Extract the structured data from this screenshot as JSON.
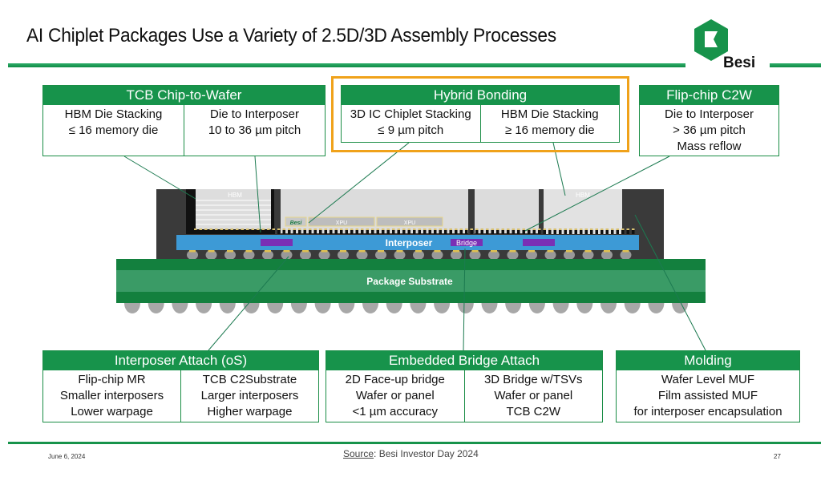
{
  "title": "AI Chiplet Packages Use a Variety of 2.5D/3D Assembly Processes",
  "logo": {
    "text": "Besi",
    "color": "#17934b"
  },
  "top_boxes": [
    {
      "header": "TCB Chip-to-Wafer",
      "cells": [
        [
          "HBM Die Stacking",
          "≤ 16 memory die"
        ],
        [
          "Die to Interposer",
          "10 to 36 µm pitch"
        ]
      ]
    },
    {
      "header": "Hybrid Bonding",
      "highlighted": true,
      "cells": [
        [
          "3D IC Chiplet Stacking",
          "≤ 9 µm pitch"
        ],
        [
          "HBM Die Stacking",
          "≥ 16 memory die"
        ]
      ]
    },
    {
      "header": "Flip-chip C2W",
      "cells": [
        [
          "Die to Interposer",
          "> 36 µm pitch",
          "Mass reflow"
        ]
      ]
    }
  ],
  "bottom_boxes": [
    {
      "header": "Interposer Attach (oS)",
      "cells": [
        [
          "Flip-chip MR",
          "Smaller interposers",
          "Lower warpage"
        ],
        [
          "TCB C2Substrate",
          "Larger interposers",
          "Higher warpage"
        ]
      ]
    },
    {
      "header": "Embedded Bridge Attach",
      "cells": [
        [
          "2D Face-up bridge",
          "Wafer or panel",
          "<1 µm accuracy"
        ],
        [
          "3D Bridge w/TSVs",
          "Wafer or panel",
          "TCB C2W"
        ]
      ]
    },
    {
      "header": "Molding",
      "cells": [
        [
          "Wafer Level MUF",
          "Film assisted MUF",
          "for interposer encapsulation"
        ]
      ]
    }
  ],
  "diagram": {
    "hbm_left": "HBM",
    "hbm_right": "HBM",
    "besi": "Besi",
    "xpu1": "XPU",
    "xpu2": "XPU",
    "interposer": "Interposer",
    "bridge": "Bridge",
    "substrate": "Package Substrate"
  },
  "footer": {
    "date": "June 6, 2024",
    "source_label": "Source",
    "source_text": ": Besi Investor Day 2024",
    "page": "27"
  },
  "colors": {
    "green": "#17934b",
    "highlight": "#f0a21a",
    "interposer": "#3d9ad6",
    "bridge": "#7a2fb5",
    "substrate": "#2f9a63"
  }
}
